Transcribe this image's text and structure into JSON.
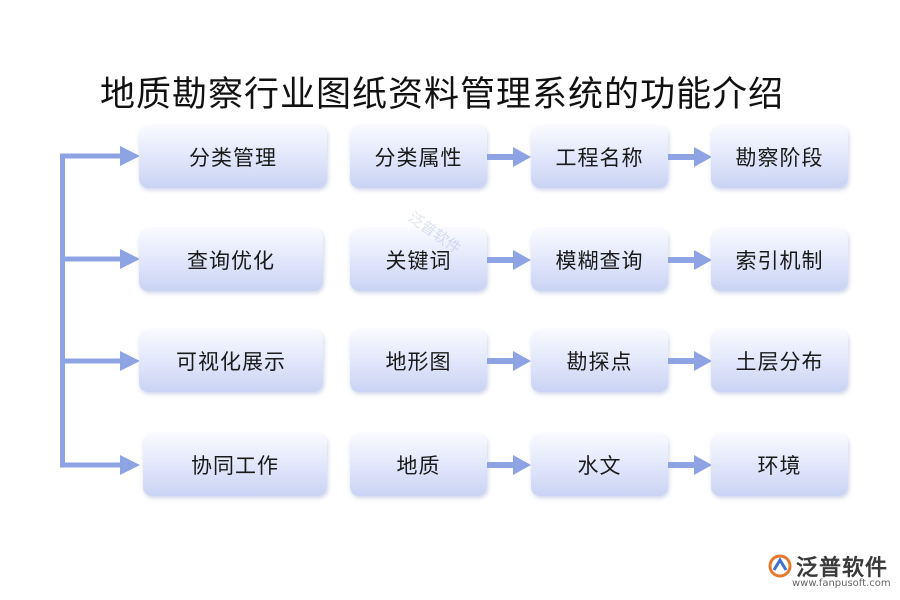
{
  "title": "地质勘察行业图纸资料管理系统的功能介绍",
  "rows": [
    [
      "分类管理",
      "分类属性",
      "工程名称",
      "勘察阶段"
    ],
    [
      "查询优化",
      "关键词",
      "模糊查询",
      "索引机制"
    ],
    [
      "可视化展示",
      "地形图",
      "勘探点",
      "土层分布"
    ],
    [
      "协同工作",
      "地质",
      "水文",
      "环境"
    ]
  ],
  "logo": {
    "name": "泛普软件",
    "url": "www.fanpusoft.com"
  },
  "colors": {
    "arrow": "#8ea3e3",
    "box_top": "#f9faff",
    "box_bottom": "#c9d3f3"
  }
}
